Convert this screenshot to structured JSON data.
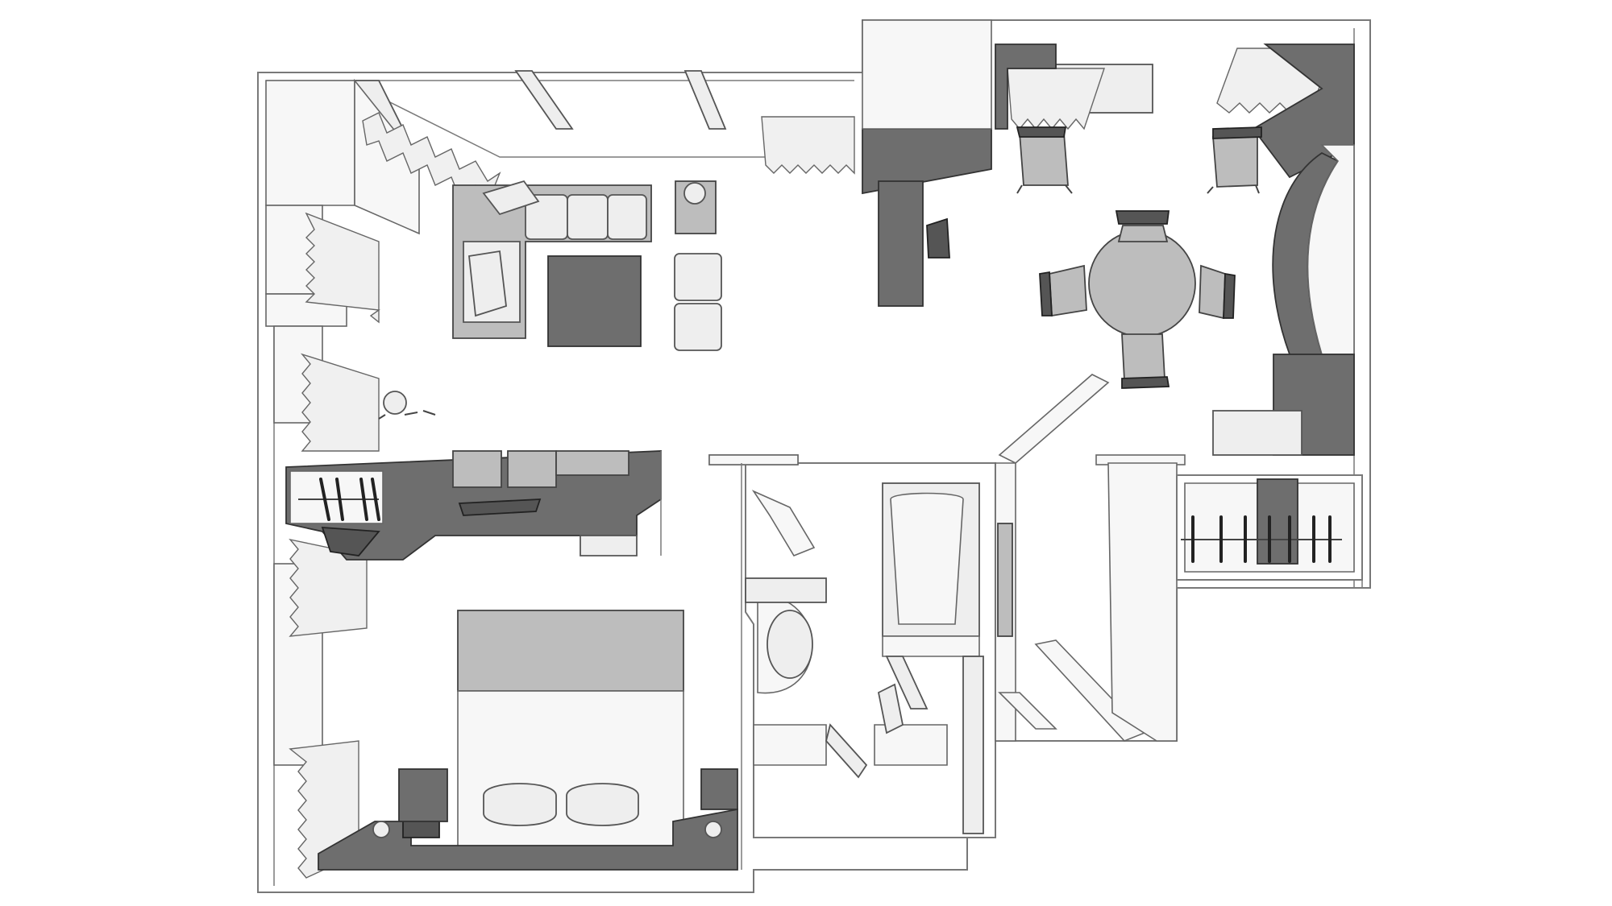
{
  "title": "",
  "labels": [],
  "colors": {
    "wall": "#ffffff",
    "outline": "#6a6a6a",
    "light_furniture": "#eeeeee",
    "mid_furniture": "#bdbdbd",
    "dark_furniture": "#6e6e6e",
    "darker_furniture": "#555555"
  },
  "rooms": [
    "living-area",
    "dining-area",
    "bedroom",
    "bathroom",
    "closet",
    "kitchenette"
  ]
}
